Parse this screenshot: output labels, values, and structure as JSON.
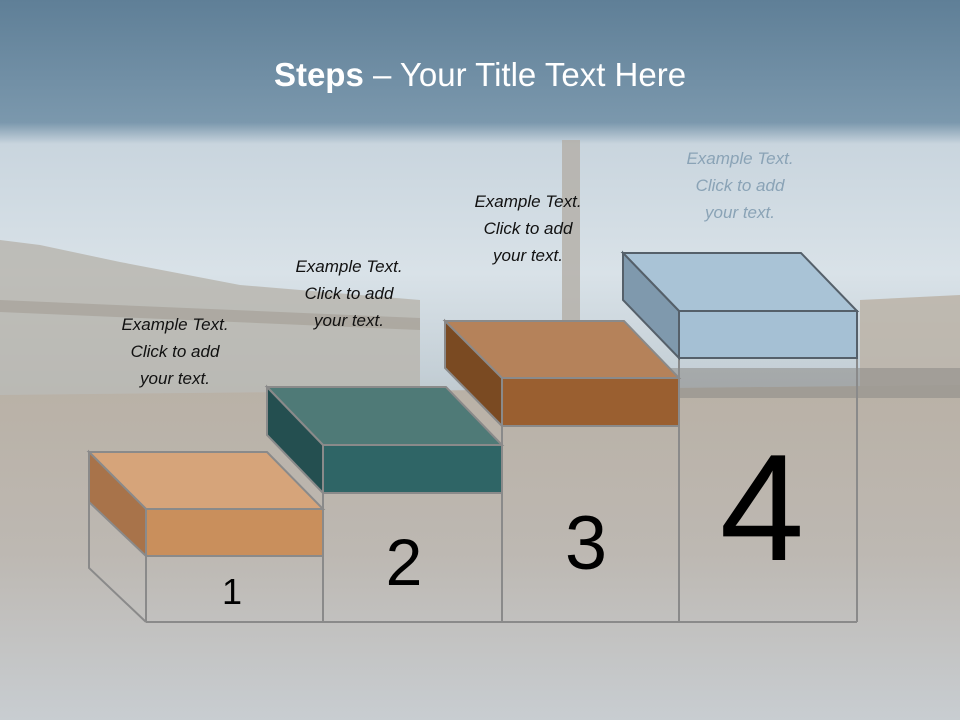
{
  "slide": {
    "title_bold": "Steps",
    "title_rest": " – Your Title Text Here"
  },
  "steps": [
    {
      "number": "1",
      "caption": [
        "Example Text.",
        "Click  to add",
        "your text."
      ],
      "top_color": "#d6a47a",
      "front_color": "#c98f5c",
      "side_color": "#a8734a"
    },
    {
      "number": "2",
      "caption": [
        "Example Text.",
        "Click  to add",
        "your text."
      ],
      "top_color": "#4f7a77",
      "front_color": "#2f6566",
      "side_color": "#244f50"
    },
    {
      "number": "3",
      "caption": [
        "Example Text.",
        "Click  to add",
        "your text."
      ],
      "top_color": "#b5825a",
      "front_color": "#9a5f30",
      "side_color": "#7a4a22"
    },
    {
      "number": "4",
      "caption": [
        "Example Text.",
        "Click  to add",
        "your text."
      ],
      "top_color": "#a9c3d6",
      "front_color": "#a5c0d4",
      "side_color": "#7f99ad"
    }
  ]
}
